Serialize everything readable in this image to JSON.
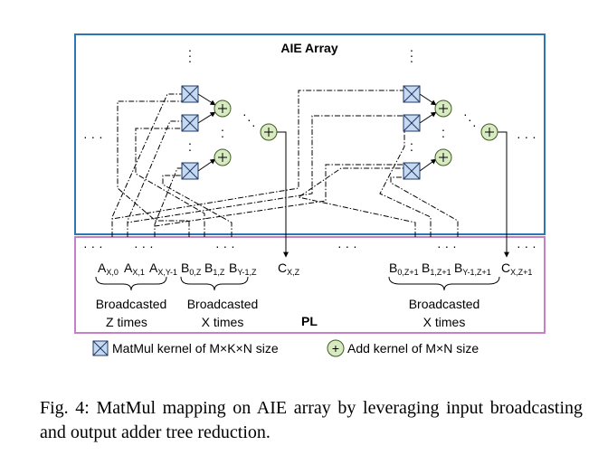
{
  "aie_array": {
    "title": "AIE Array",
    "border_color": "#2e75b6",
    "title_color": "#2e75b6"
  },
  "pl": {
    "title": "PL",
    "border_color": "#c680c8",
    "title_color": "#c680c8"
  },
  "colors": {
    "mul_fill": "#c5d9f1",
    "mul_stroke": "#1f3864",
    "add_fill": "#d8eac2",
    "add_stroke": "#3d5a1e"
  },
  "labels": {
    "a0": "A",
    "a0_sub": "X,0",
    "a1": "A",
    "a1_sub": "X,1",
    "ay": "A",
    "ay_sub": "X,Y-1",
    "b0": "B",
    "b0_sub": "0,Z",
    "b1": "B",
    "b1_sub": "1,Z",
    "by": "B",
    "by_sub": "Y-1,Z",
    "c": "C",
    "c_sub": "X,Z",
    "b0n": "B",
    "b0n_sub": "0,Z+1",
    "b1n": "B",
    "b1n_sub": "1,Z+1",
    "byn": "B",
    "byn_sub": "Y-1,Z+1",
    "cn": "C",
    "cn_sub": "X,Z+1"
  },
  "braces": {
    "left_line1": "Broadcasted",
    "left_line2": "Z times",
    "mid_line1": "Broadcasted",
    "mid_line2": "X times",
    "right_line1": "Broadcasted",
    "right_line2": "X times"
  },
  "legend": {
    "mul_label": "MatMul kernel of M×K×N size",
    "add_label": "Add kernel of M×N size",
    "add_symbol": "+"
  },
  "caption": "Fig. 4: MatMul mapping on AIE array by leveraging input broadcasting and output adder tree reduction."
}
